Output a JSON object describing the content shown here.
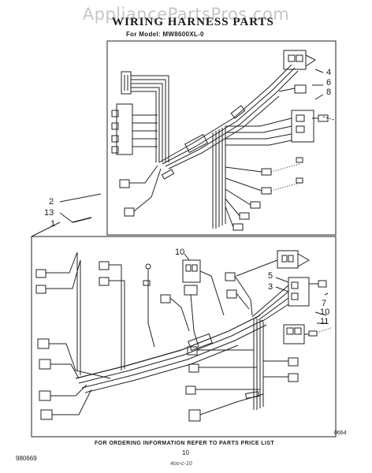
{
  "watermark": "AppliancePartsPros.com",
  "title": "WIRING HARNESS PARTS",
  "subtitle": "For Model: MW8600XL-0",
  "callouts": {
    "c1": "1",
    "c2": "2",
    "c3": "3",
    "c4": "4",
    "c5": "5",
    "c6": "6",
    "c7": "7",
    "c8": "8",
    "c10a": "10",
    "c10b": "10",
    "c11": "11",
    "c13": "13"
  },
  "footer_note": "FOR ORDERING INFORMATION REFER TO PARTS PRICE LIST",
  "document_number": "980669",
  "page_number": "10",
  "handwritten_note": "4oo-c-10",
  "diagram_code": "0664"
}
